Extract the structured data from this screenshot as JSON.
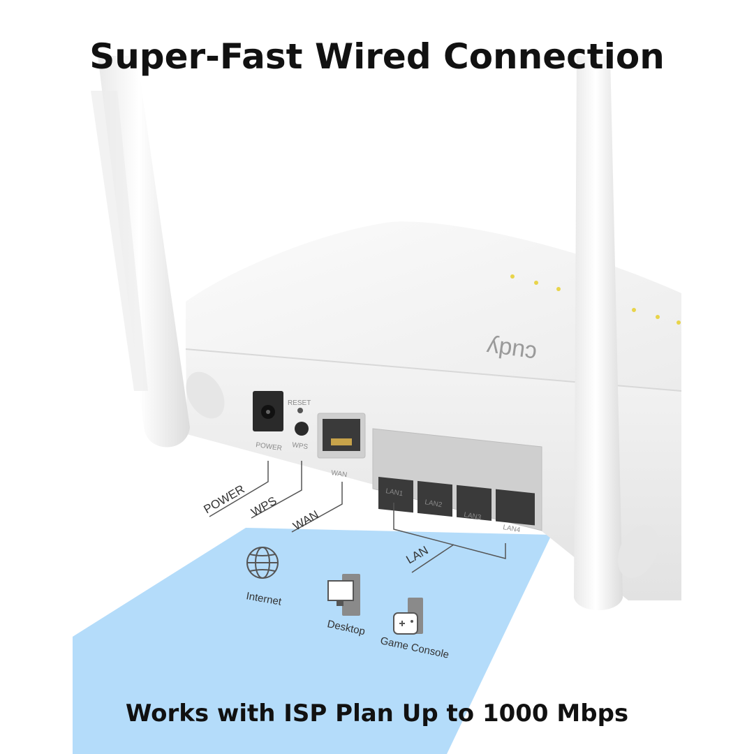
{
  "headline": "Super-Fast Wired Connection",
  "subheadline": "Works with ISP Plan Up to 1000 Mbps",
  "brand_logo": "cudy",
  "router_port_labels": {
    "power": "POWER",
    "reset": "RESET",
    "wps": "WPS",
    "wan": "WAN",
    "lan1": "LAN1",
    "lan2": "LAN2",
    "lan3": "LAN3",
    "lan4": "LAN4"
  },
  "callouts": {
    "power": "POWER",
    "wps": "WPS",
    "wan": "WAN",
    "lan": "LAN"
  },
  "devices": [
    {
      "label": "Internet",
      "icon": "globe-icon"
    },
    {
      "label": "Desktop",
      "icon": "desktop-icon"
    },
    {
      "label": "Game Console",
      "icon": "game-console-icon"
    }
  ],
  "colors": {
    "background": "#ffffff",
    "router_body": "#f3f4f4",
    "beam": "#b4dcfa",
    "text": "#111111"
  }
}
